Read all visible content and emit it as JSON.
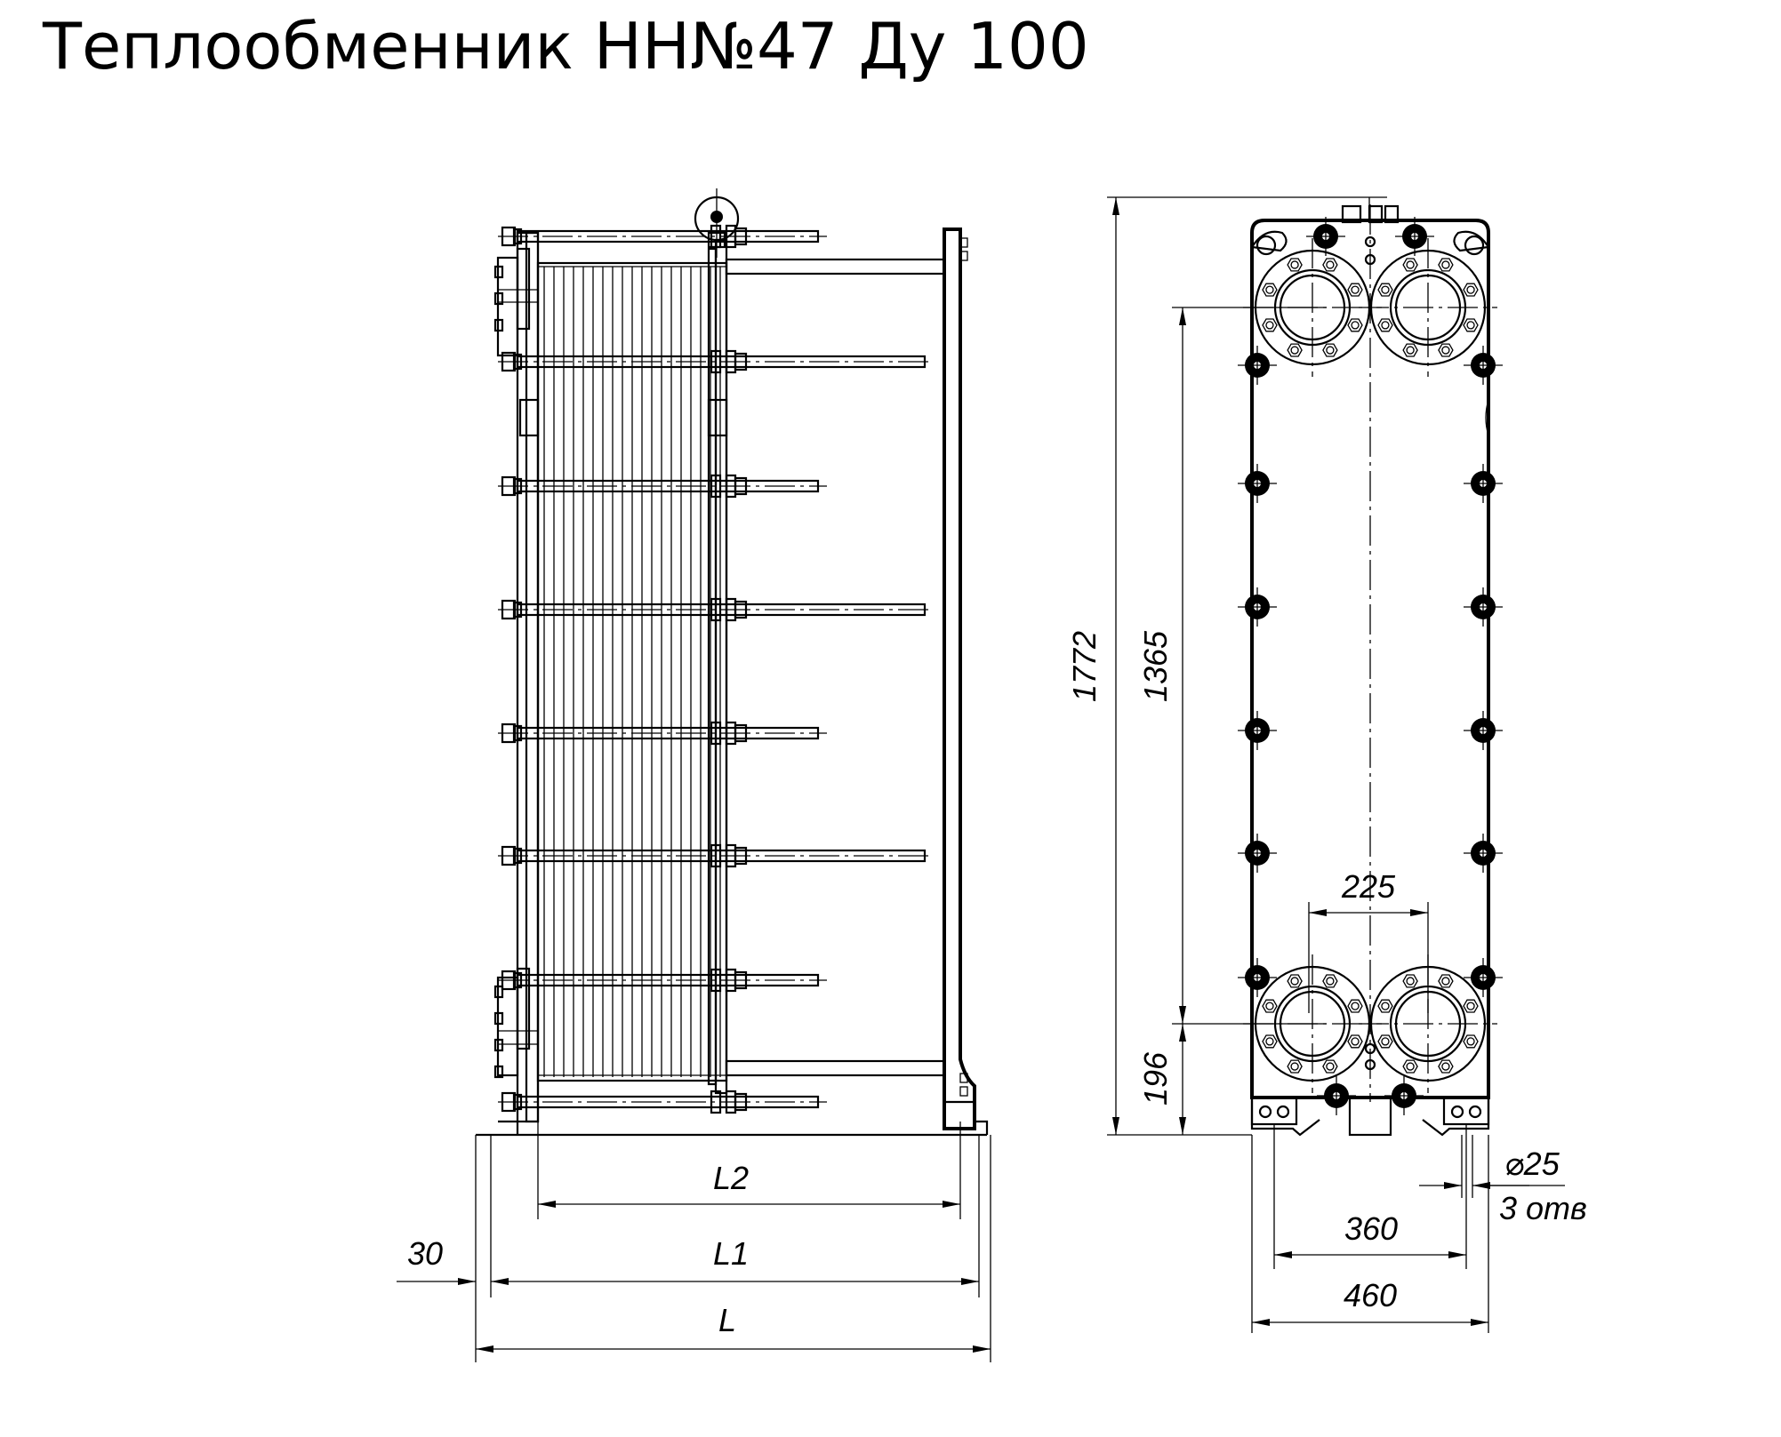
{
  "title": "Теплообменник НН№47 Ду 100",
  "dimensions": {
    "height_total": "1772",
    "port_spacing_vertical": "1365",
    "bottom_port_height": "196",
    "port_spacing_horizontal": "225",
    "foot_hole_spacing": "360",
    "frame_width": "460",
    "hole_diameter": "⌀25",
    "hole_count": "3 отв",
    "length_L": "L",
    "length_L1": "L1",
    "length_L2": "L2",
    "offset_30": "30"
  }
}
